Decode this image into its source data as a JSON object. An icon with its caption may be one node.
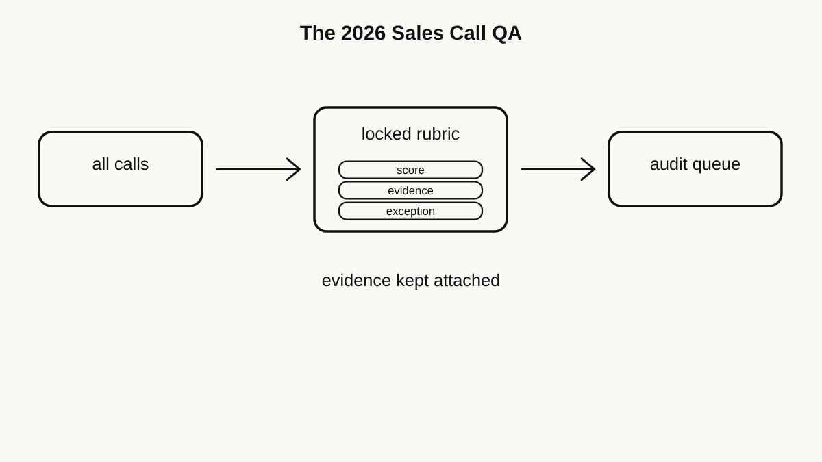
{
  "diagram": {
    "title": "The 2026 Sales Call QA",
    "nodes": [
      {
        "text": [
          "all calls"
        ]
      },
      {
        "text": [
          "locked rubric"
        ]
      },
      {
        "text": [
          "score"
        ],
        "in": 1
      },
      {
        "text": [
          "evidence"
        ],
        "in": 1
      },
      {
        "text": [
          "exception"
        ],
        "in": 1
      },
      {
        "text": [
          "audit queue"
        ]
      }
    ],
    "edges": [
      {
        "from": 0,
        "to": 1,
        "arrow": "to"
      },
      {
        "from": 1,
        "to": 5,
        "arrow": "to"
      }
    ],
    "labels": [
      "evidence kept attached"
    ]
  }
}
